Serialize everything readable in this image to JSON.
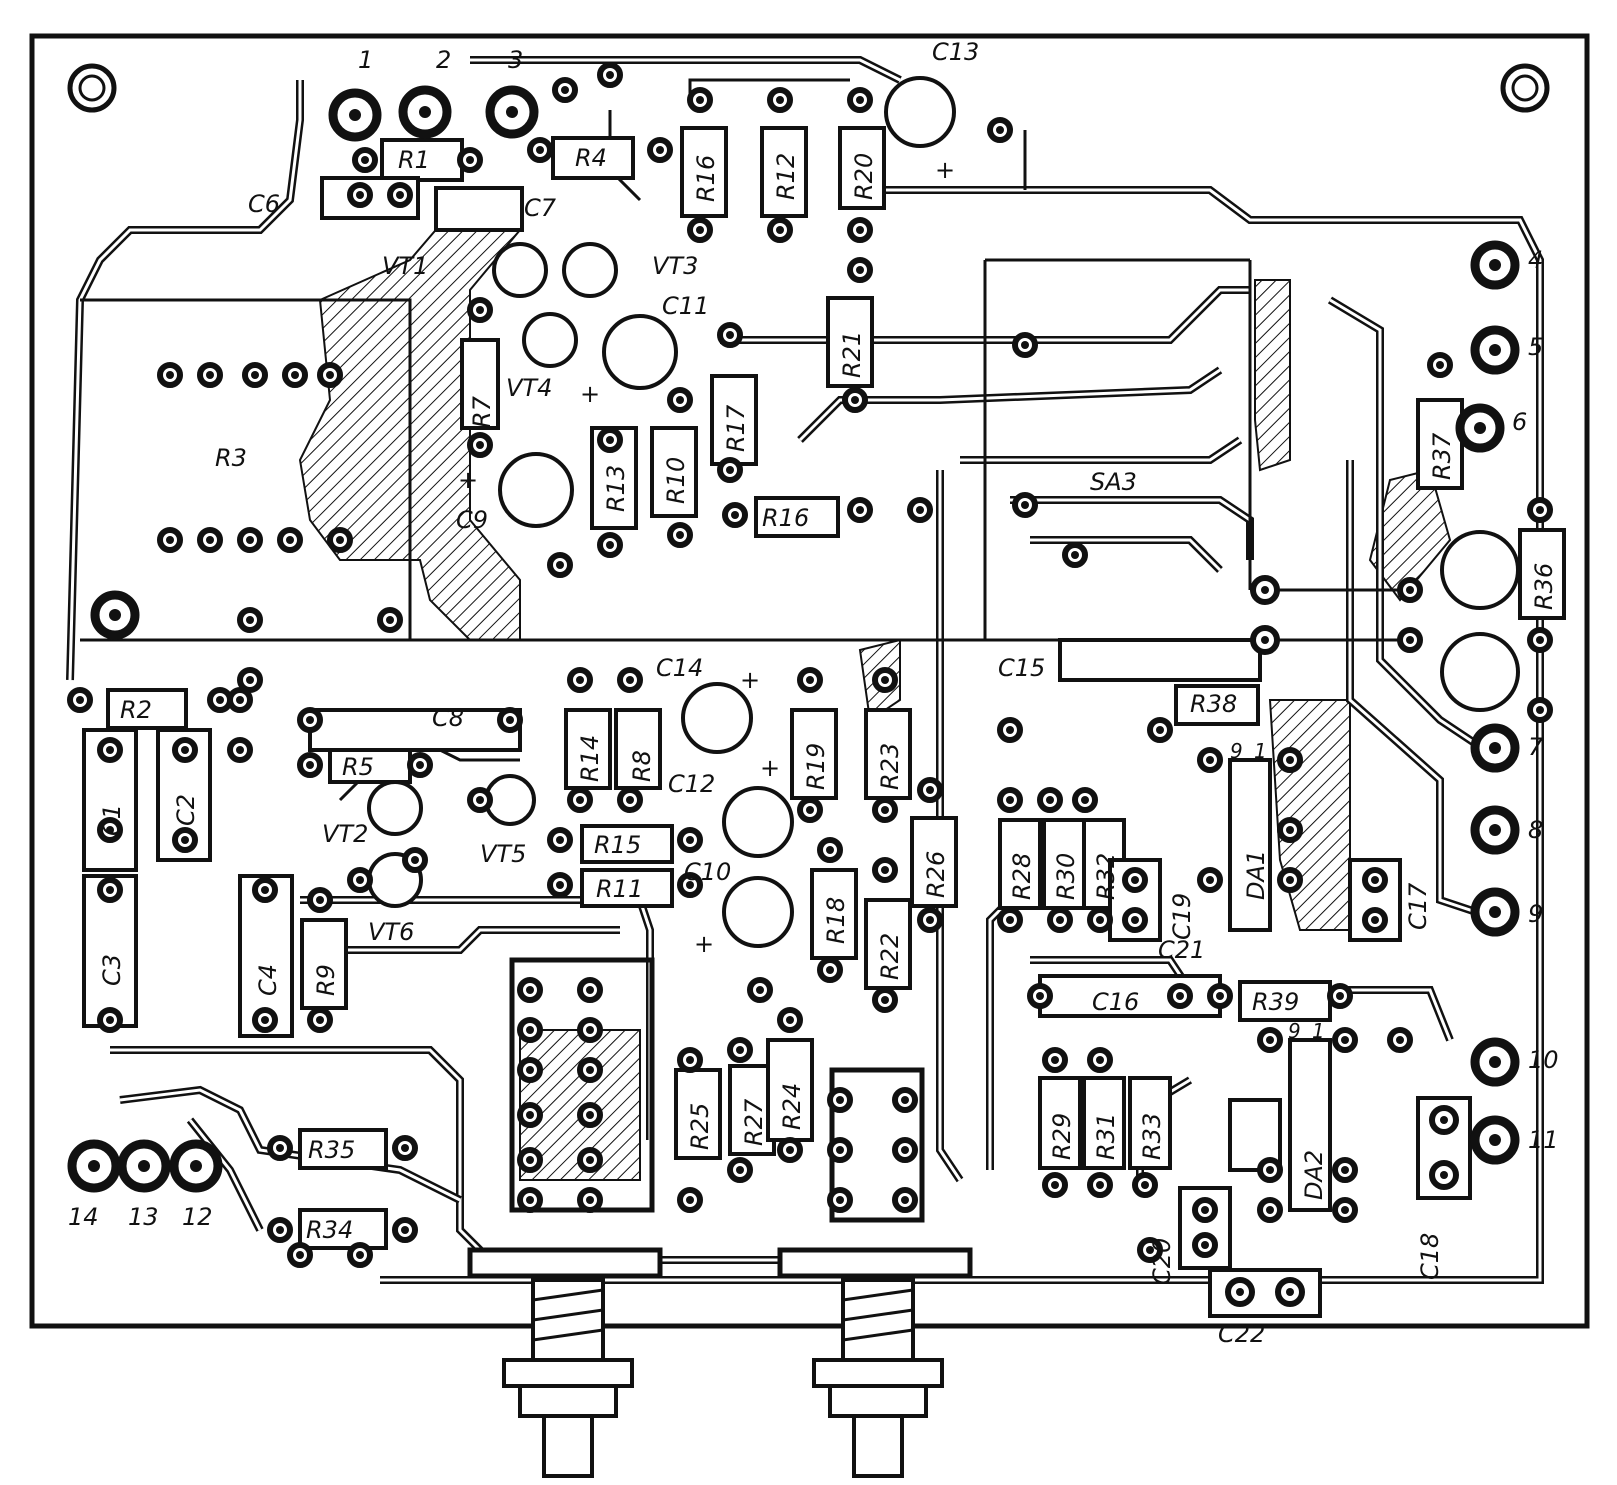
{
  "diagram": {
    "terminals_top": [
      "1",
      "2",
      "3"
    ],
    "terminals_right": [
      "4",
      "5",
      "6",
      "7",
      "8",
      "9",
      "10",
      "11"
    ],
    "terminals_bottom_left": [
      "14",
      "13",
      "12"
    ],
    "resistors": [
      "R1",
      "R2",
      "R3",
      "R4",
      "R5",
      "R7",
      "R8",
      "R9",
      "R10",
      "R11",
      "R12",
      "R13",
      "R14",
      "R15",
      "R16",
      "R16",
      "R17",
      "R18",
      "R19",
      "R20",
      "R21",
      "R22",
      "R23",
      "R24",
      "R25",
      "R26",
      "R27",
      "R28",
      "R29",
      "R30",
      "R31",
      "R32",
      "R33",
      "R34",
      "R35",
      "R36",
      "R37",
      "R38",
      "R39"
    ],
    "capacitors": [
      "C1",
      "C2",
      "C3",
      "C4",
      "C6",
      "C7",
      "C8",
      "C9",
      "C10",
      "C11",
      "C12",
      "C13",
      "C14",
      "C15",
      "C16",
      "C17",
      "C18",
      "C19",
      "C20",
      "C21",
      "C22"
    ],
    "transistors": [
      "VT1",
      "VT2",
      "VT3",
      "VT4",
      "VT5",
      "VT6"
    ],
    "ics": [
      "DA1",
      "DA2"
    ],
    "switch": "SA3",
    "plus_sign": "+",
    "pin_marks": [
      "9",
      "1",
      "9",
      "1"
    ]
  }
}
